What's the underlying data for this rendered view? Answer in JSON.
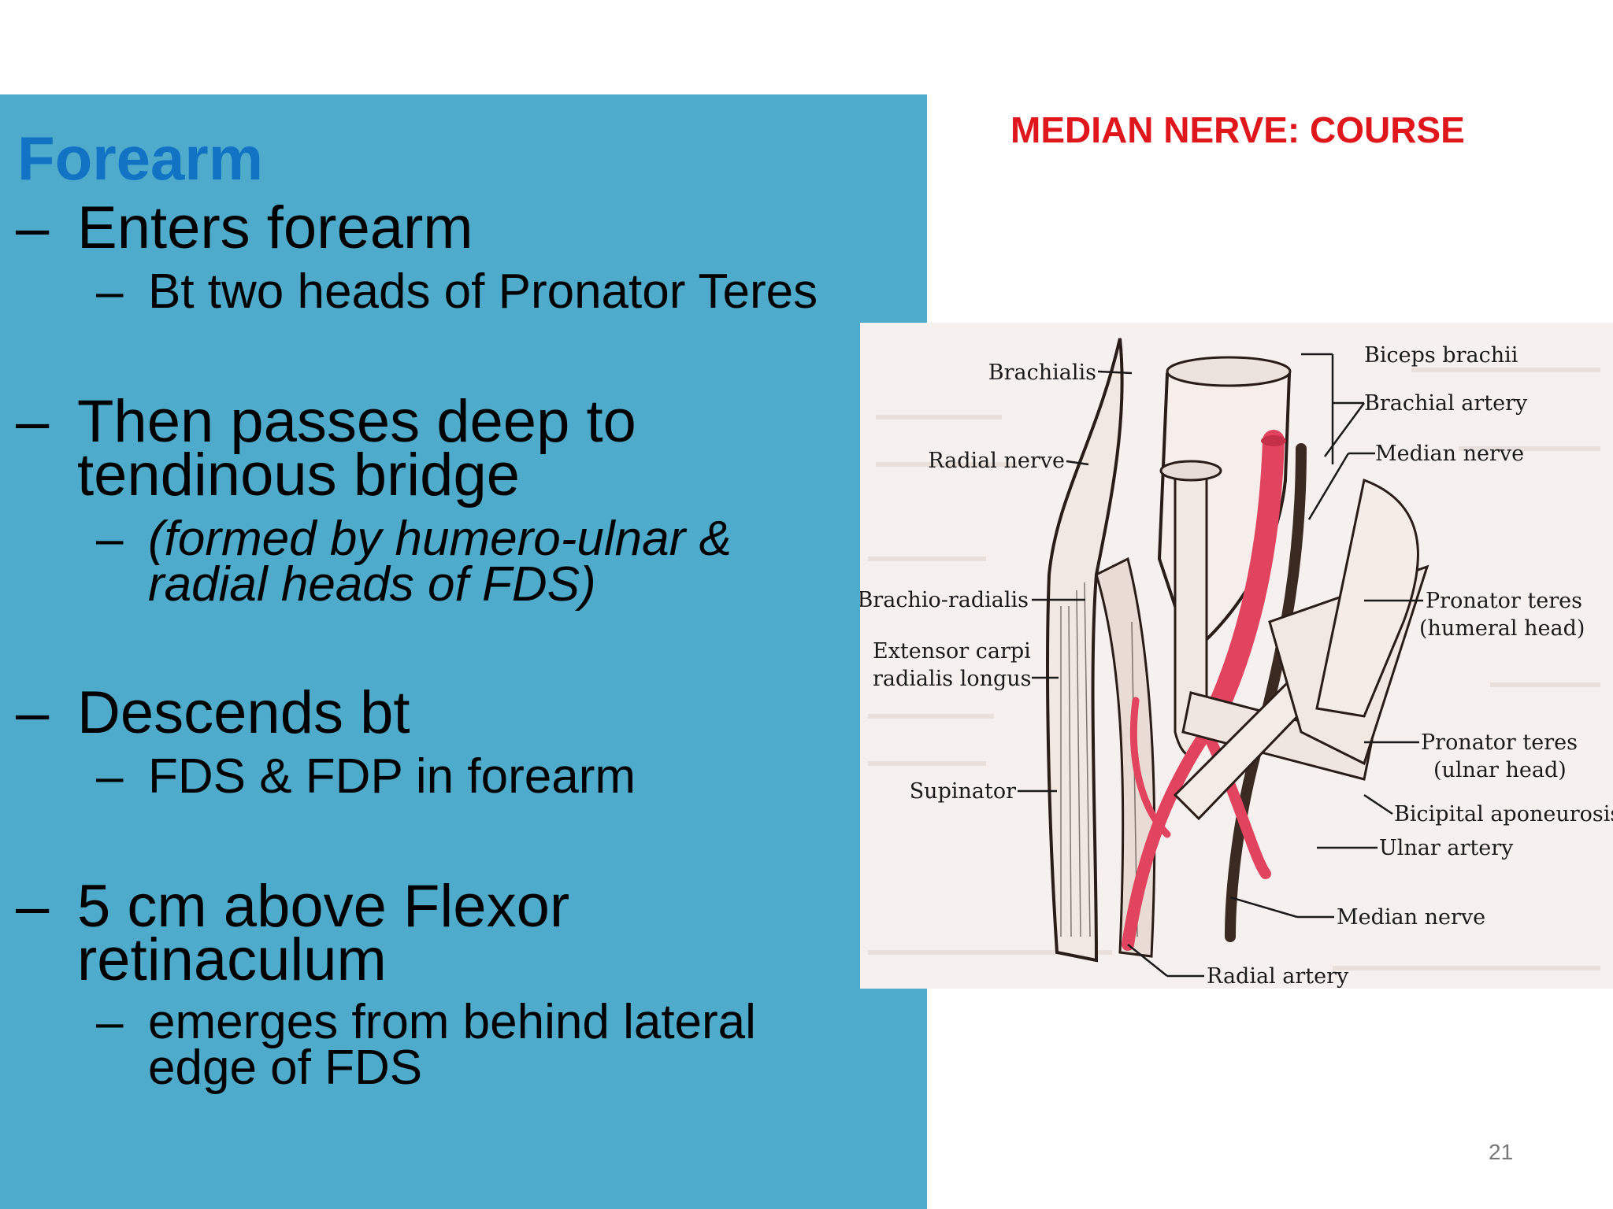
{
  "slide": {
    "heading": "Forearm",
    "bullets": [
      {
        "text": "Enters forearm"
      },
      {
        "text": "Bt two heads of Pronator Teres"
      },
      {
        "text": "Then passes deep to"
      },
      {
        "text": "tendinous bridge"
      },
      {
        "text": "(formed by humero-ulnar &"
      },
      {
        "text": "radial heads of FDS)"
      },
      {
        "text": "Descends bt"
      },
      {
        "text": "FDS & FDP in forearm"
      },
      {
        "text": "5 cm above Flexor"
      },
      {
        "text": "retinaculum"
      },
      {
        "text": "emerges from behind lateral"
      },
      {
        "text": "edge of FDS"
      }
    ],
    "dash": "–",
    "page_number": "21"
  },
  "figure": {
    "title": "MEDIAN NERVE: COURSE",
    "labels": {
      "brachialis": "Brachialis",
      "radial_nerve": "Radial nerve",
      "brachioradialis": "Brachio-radialis",
      "ecrl_1": "Extensor carpi",
      "ecrl_2": "radialis longus",
      "supinator": "Supinator",
      "biceps": "Biceps brachii",
      "brachial_artery": "Brachial artery",
      "median_nerve_top": "Median nerve",
      "pt_humeral_1": "Pronator teres",
      "pt_humeral_2": "(humeral head)",
      "pt_ulnar_1": "Pronator teres",
      "pt_ulnar_2": "(ulnar head)",
      "bicipital": "Bicipital aponeurosis",
      "ulnar_artery": "Ulnar artery",
      "median_nerve_bottom": "Median nerve",
      "radial_artery": "Radial artery"
    },
    "colors": {
      "artery": "#e2435f",
      "title": "#e0161d",
      "heading": "#1273c5",
      "panel": "#4eabcb"
    }
  }
}
